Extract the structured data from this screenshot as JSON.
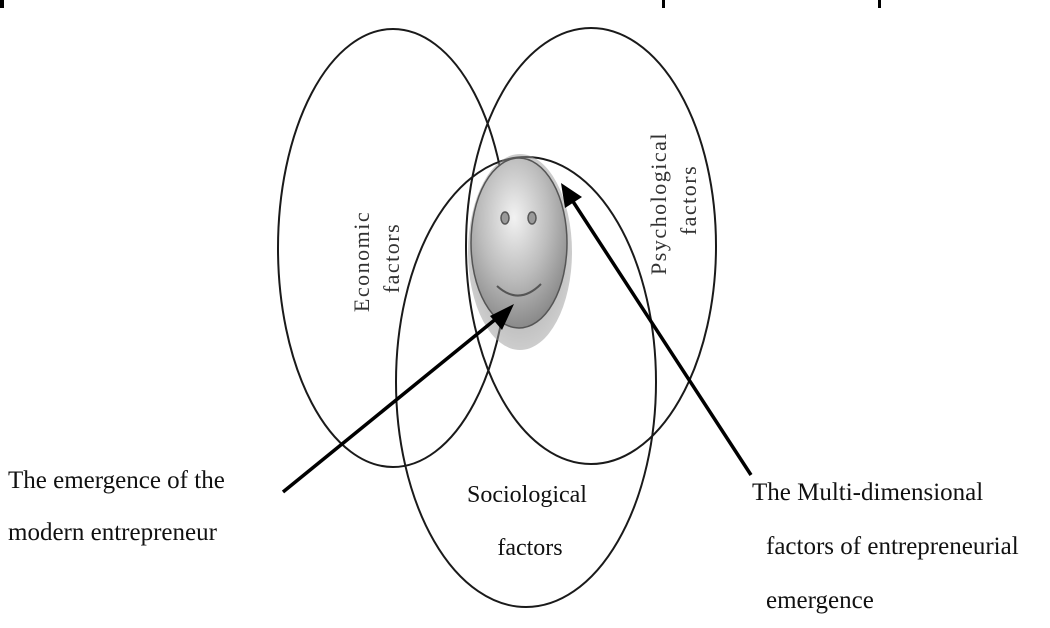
{
  "diagram": {
    "circles": {
      "economic": {
        "label_line1": "Economic",
        "label_line2": "factors"
      },
      "psychological": {
        "label_line1": "Psychological",
        "label_line2": "factors"
      },
      "sociological": {
        "label_line1": "Sociological",
        "label_line2": "factors"
      }
    },
    "captions": {
      "emergence": {
        "line1": "The  emergence of the",
        "line2": "modern entrepreneur"
      },
      "multidimensional": {
        "line1": "The Multi-dimensional",
        "line2": "factors  of entrepreneurial",
        "line3": "emergence"
      }
    },
    "center_icon": "smiley-face-icon"
  }
}
